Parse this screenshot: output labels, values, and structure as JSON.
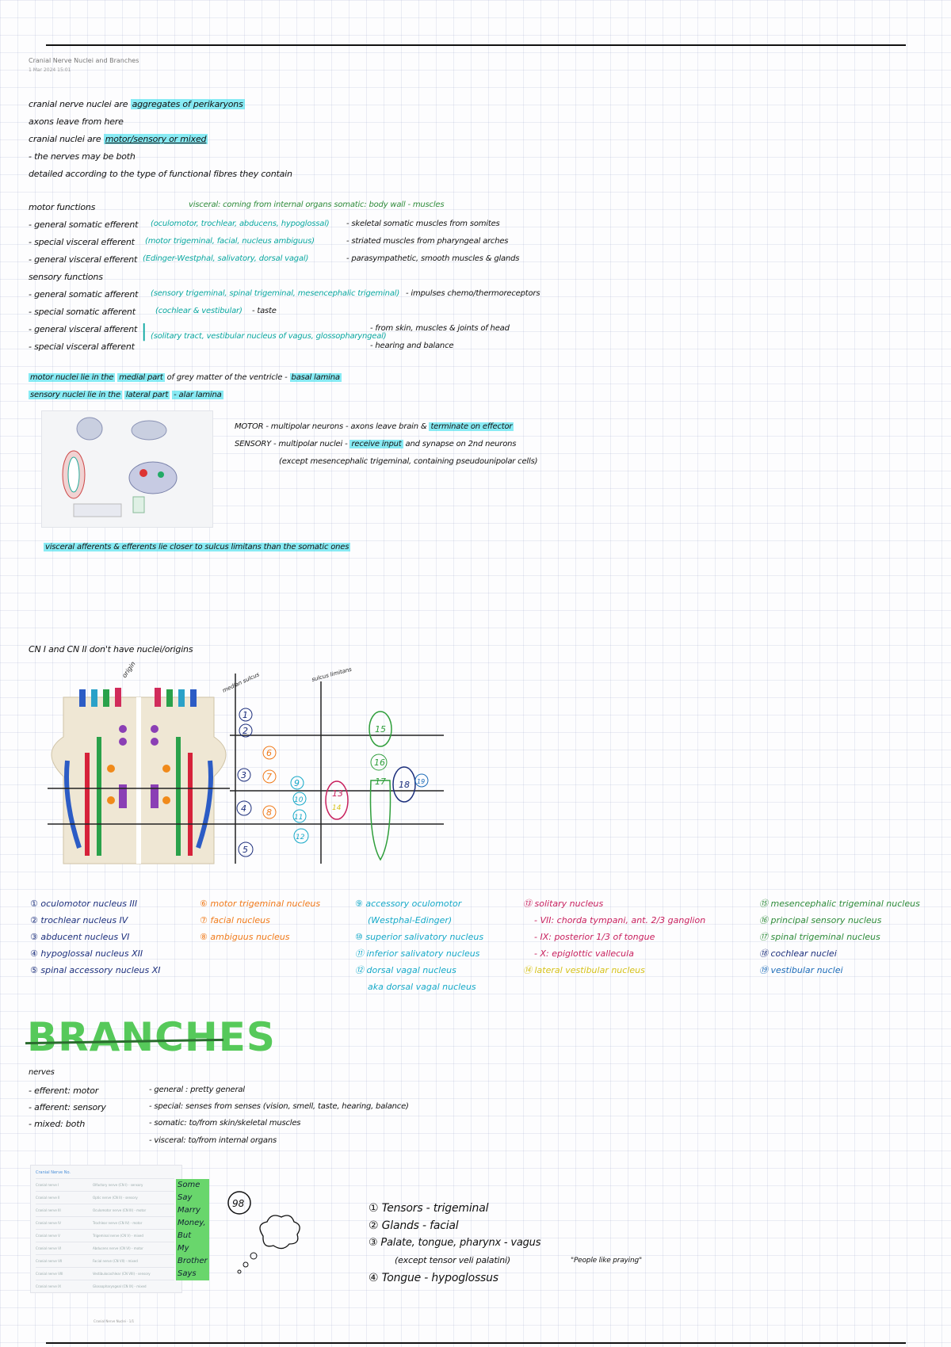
{
  "header": {
    "title": "Cranial Nerve Nuclei and Branches",
    "date": "1 Mar 2024  15:01"
  },
  "notes": {
    "line1_a": "cranial nerve nuclei are",
    "line1_b": "aggregates of perikaryons",
    "line2": "axons leave from here",
    "line3_a": "cranial nuclei are",
    "line3_b": "motor/sensory or mixed",
    "line4": "- the nerves may be both",
    "line5": "detailed according to the type of functional fibres they contain",
    "motor_head": "motor functions",
    "motor_side": "visceral: coming from internal organs   somatic: body wall - muscles",
    "m1_a": "- general somatic efferent",
    "m1_b": "(oculomotor, trochlear, abducens, hypoglossal)",
    "m1_c": "- skeletal somatic muscles from somites",
    "m2_a": "- special visceral efferent",
    "m2_b": "(motor trigeminal, facial, nucleus ambiguus)",
    "m2_c": "- striated muscles from pharyngeal arches",
    "m3_a": "- general visceral efferent",
    "m3_b": "(Edinger-Westphal, salivatory, dorsal vagal)",
    "m3_c": "- parasympathetic, smooth muscles & glands",
    "sensory_head": "sensory functions",
    "s1_a": "- general somatic afferent",
    "s1_b": "(sensory trigeminal, spinal trigeminal, mesencephalic trigeminal)",
    "s1_c": "- impulses chemo/thermoreceptors",
    "s2_a": "- special somatic afferent",
    "s2_b": "(cochlear & vestibular)",
    "s2_c": "- taste",
    "s3_a": "- general visceral afferent",
    "s3_c": "- from skin, muscles & joints of head",
    "s4_a": "- special visceral afferent",
    "s34_b": "(solitary tract, vestibular nucleus of vagus, glossopharyngeal)",
    "s4_c": "- hearing and balance",
    "lamina1_a": "motor nuclei lie in the",
    "lamina1_b": "medial part",
    "lamina1_c": "of grey matter of the ventricle -",
    "lamina1_d": "basal lamina",
    "lamina2_a": "sensory nuclei lie in the",
    "lamina2_b": "lateral part",
    "lamina2_c": "- alar lamina",
    "motor_desc": "MOTOR - multipolar neurons - axons leave brain &",
    "motor_desc_hl": "terminate on effector",
    "sensory_desc": "SENSORY - multipolar nuclei -",
    "sensory_desc_hl": "receive input",
    "sensory_desc_b": "and synapse on 2nd neurons",
    "sensory_desc2": "(except mesencephalic trigeminal, containing pseudounipolar cells)",
    "visceral_line": "visceral afferents & efferents lie closer to sulcus limitans than the somatic ones",
    "cn_line": "CN I  and CN II  don't have nuclei/origins"
  },
  "diagram": {
    "label_origin": "origin",
    "label_median": "median sulcus",
    "label_limitans": "sulcus limitans",
    "numbers": [
      "1",
      "2",
      "3",
      "4",
      "5",
      "6",
      "7",
      "8",
      "9",
      "10",
      "11",
      "12",
      "13",
      "14",
      "15",
      "16",
      "17",
      "18",
      "19"
    ]
  },
  "legend": {
    "col1": [
      "① oculomotor nucleus III",
      "② trochlear nucleus  IV",
      "③ abducent nucleus VI",
      "④ hypoglossal nucleus XII",
      "⑤ spinal accessory nucleus XI"
    ],
    "col2": [
      "⑥ motor trigeminal nucleus",
      "⑦ facial nucleus",
      "⑧ ambiguus nucleus"
    ],
    "col3": [
      "⑨ accessory oculomotor",
      "(Westphal-Edinger)",
      "⑩ superior salivatory nucleus",
      "⑪ inferior salivatory nucleus",
      "⑫ dorsal vagal nucleus",
      "aka dorsal vagal nucleus"
    ],
    "col4": [
      "⑬ solitary nucleus",
      "- VII: chorda tympani, ant. 2/3 ganglion",
      "- IX: posterior 1/3 of tongue",
      "- X: epiglottic vallecula"
    ],
    "col4_yellow": "⑭ lateral vestibular nucleus",
    "col5": [
      "⑮ mesencephalic trigeminal nucleus",
      "⑯ principal sensory nucleus",
      "⑰ spinal trigeminal nucleus",
      "⑱ cochlear nuclei",
      "⑲ vestibular nuclei"
    ]
  },
  "branches": {
    "title": "BRANCHES",
    "nerves": "nerves",
    "n1": "- efferent: motor",
    "n2": "- afferent: sensory",
    "n3": "- mixed: both",
    "b1": "- general : pretty general",
    "b2": "- special: senses from senses (vision, smell, taste, hearing, balance)",
    "b3": "- somatic: to/from skin/skeletal muscles",
    "b4": "- visceral: to/from internal organs"
  },
  "table": {
    "header": "Cranial Nerve No.",
    "rows": [
      "Cranial nerve I",
      "Cranial nerve II",
      "Cranial nerve III",
      "Cranial nerve IV",
      "Cranial nerve V",
      "Cranial nerve VI",
      "Cranial nerve VII",
      "Cranial nerve VIII",
      "Cranial nerve IX"
    ],
    "desc": [
      "Olfactory nerve (CN I) - sensory",
      "Optic nerve (CN II) - sensory",
      "Oculomotor nerve (CN III) - motor",
      "Trochlear nerve (CN IV) - motor",
      "Trigeminal nerve (CN V) - mixed",
      "Abducens nerve (CN VI) - motor",
      "Facial nerve (CN VII) - mixed",
      "Vestibulocochlear (CN VIII) - sensory",
      "Glossopharyngeal (CN IX) - mixed"
    ]
  },
  "mnemonic": [
    "Some",
    "Say",
    "Marry",
    "Money,",
    "But",
    "My",
    "Brother",
    "Says"
  ],
  "circle_note": "98",
  "list": {
    "i1": "① Tensors - trigeminal",
    "i2": "② Glands - facial",
    "i3": "③ Palate, tongue, pharynx - vagus",
    "i3b": "(except tensor veli palatini)",
    "i4": "④ Tongue - hypoglossus",
    "quote": "\"People like praying\""
  },
  "footer": "Cranial Nerve Nuclei · 1/1"
}
